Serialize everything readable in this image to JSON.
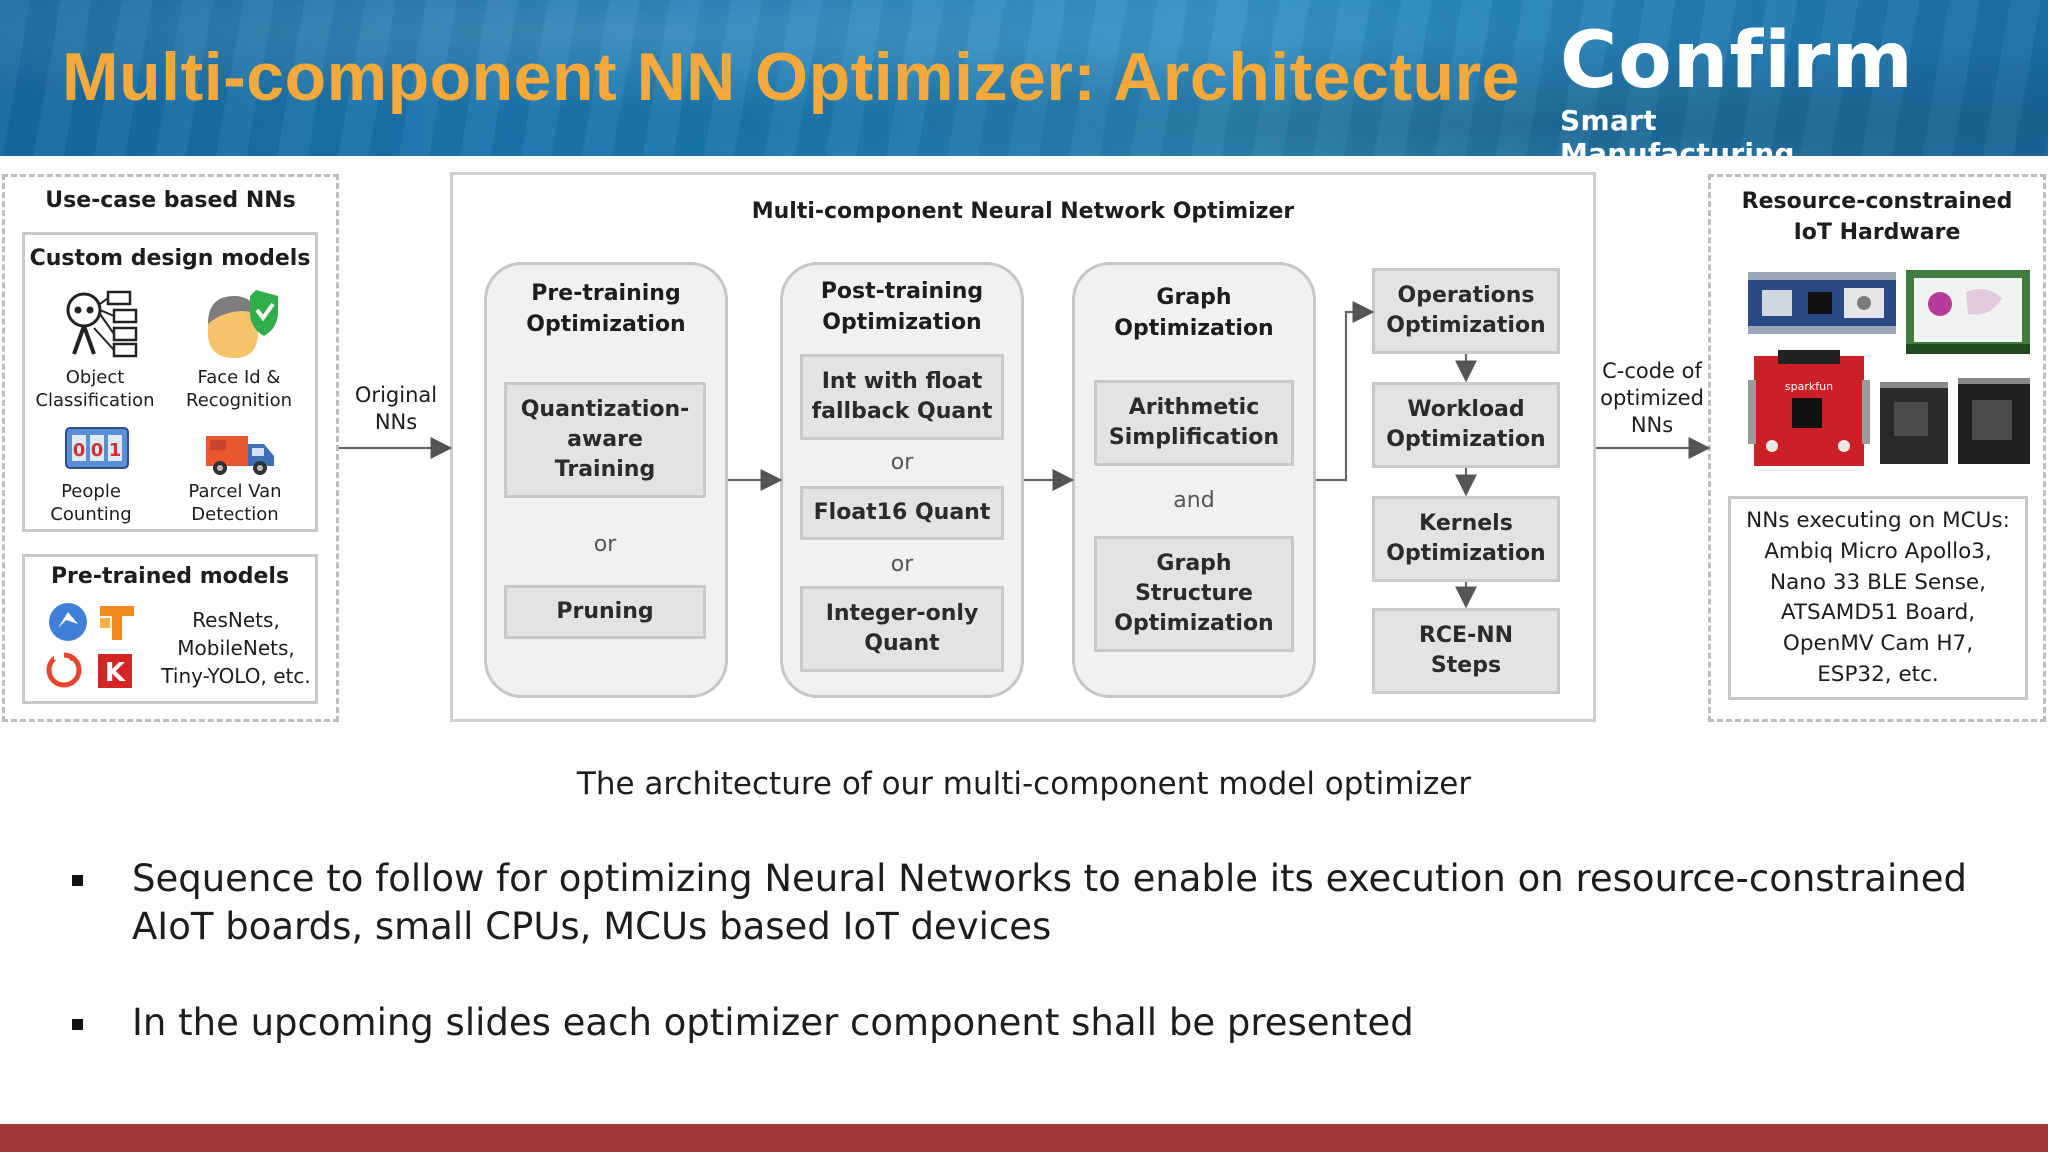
{
  "slide": {
    "title": "Multi-component NN Optimizer: Architecture",
    "brand_name": "Confirm",
    "brand_sub": "Smart Manufacturing"
  },
  "left_panel": {
    "title": "Use-case based NNs",
    "custom_title": "Custom design models",
    "custom_items": [
      {
        "label_1": "Object",
        "label_2": "Classification",
        "icon": "object-classification-icon"
      },
      {
        "label_1": "Face Id &",
        "label_2": "Recognition",
        "icon": "face-id-icon"
      },
      {
        "label_1": "People",
        "label_2": "Counting",
        "icon": "people-counting-icon"
      },
      {
        "label_1": "Parcel Van",
        "label_2": "Detection",
        "icon": "parcel-van-icon"
      }
    ],
    "pretrained_title": "Pre-trained models",
    "pretrained_lines": [
      "ResNets,",
      "MobileNets,",
      "Tiny-YOLO, etc."
    ]
  },
  "edge_labels": {
    "original_1": "Original",
    "original_2": "NNs",
    "ccode_1": "C-code of",
    "ccode_2": "optimized",
    "ccode_3": "NNs"
  },
  "optimizer": {
    "title": "Multi-component Neural Network Optimizer",
    "pre_training": {
      "title_1": "Pre-training",
      "title_2": "Optimization",
      "step1": [
        "Quantization-",
        "aware",
        "Training"
      ],
      "connector": "or",
      "step2": "Pruning"
    },
    "post_training": {
      "title_1": "Post-training",
      "title_2": "Optimization",
      "step1": [
        "Int with float",
        "fallback Quant"
      ],
      "connector1": "or",
      "step2": "Float16 Quant",
      "connector2": "or",
      "step3": [
        "Integer-only",
        "Quant"
      ]
    },
    "graph": {
      "title_1": "Graph",
      "title_2": "Optimization",
      "step1": [
        "Arithmetic",
        "Simplification"
      ],
      "connector": "and",
      "step2": [
        "Graph",
        "Structure",
        "Optimization"
      ]
    },
    "chain": [
      [
        "Operations",
        "Optimization"
      ],
      [
        "Workload",
        "Optimization"
      ],
      [
        "Kernels",
        "Optimization"
      ],
      [
        "RCE-NN",
        "Steps"
      ]
    ]
  },
  "right_panel": {
    "title_1": "Resource-constrained",
    "title_2": "IoT Hardware",
    "mcu_lines": [
      "NNs executing on MCUs:",
      "Ambiq Micro Apollo3,",
      "Nano 33 BLE Sense,",
      "ATSAMD51 Board,",
      "OpenMV Cam H7,",
      "ESP32, etc."
    ]
  },
  "caption": "The architecture of our multi-component model optimizer",
  "bullets": [
    "Sequence to follow for optimizing Neural Networks to enable its execution on resource-constrained AIoT boards, small CPUs, MCUs based IoT devices",
    "In the upcoming slides each optimizer component shall be presented"
  ],
  "colors": {
    "title_orange": "#f6a93b",
    "header_blue": "#1b7bb3",
    "footer_red": "#a33838",
    "step_gray": "#e3e3e3"
  }
}
